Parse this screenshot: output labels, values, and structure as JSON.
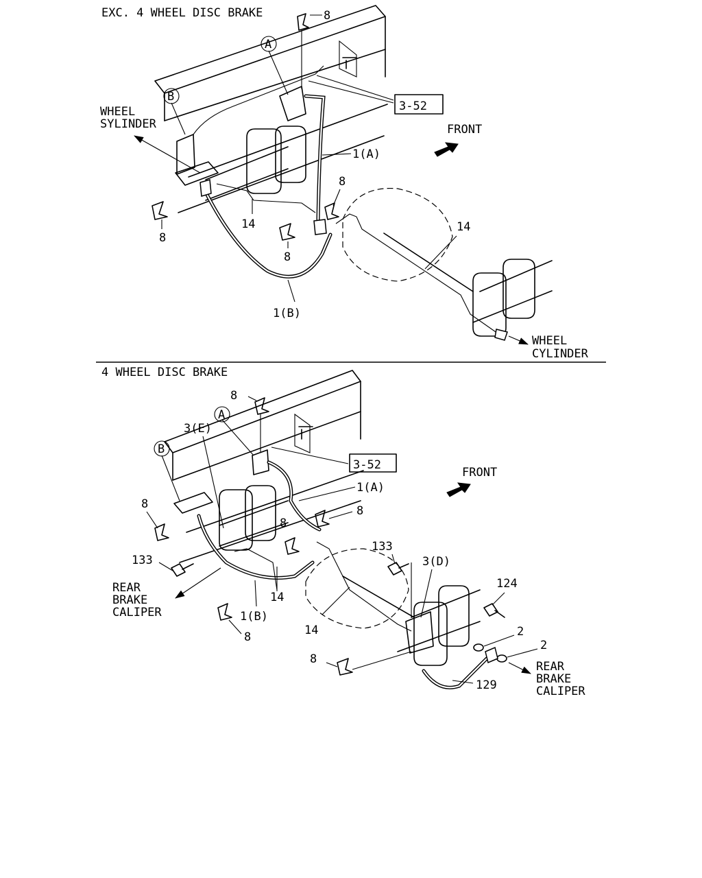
{
  "top_section": {
    "title": "EXC. 4 WHEEL DISC BRAKE",
    "labels": {
      "clip_1": "8",
      "circle_a": "A",
      "circle_b": "B",
      "ref_box": "3-52",
      "front": "FRONT",
      "wheel_cylinder_left": [
        "WHEEL",
        "SYLINDER"
      ],
      "hose_a": "1(A)",
      "clip_2": "8",
      "pipe_left": "14",
      "clip_3": "8",
      "clip_4": "8",
      "pipe_right": "14",
      "hose_b": "1(B)",
      "wheel_cylinder_right": [
        "WHEEL",
        "CYLINDER"
      ]
    }
  },
  "bottom_section": {
    "title": "4 WHEEL DISC BRAKE",
    "labels": {
      "clip_top": "8",
      "circle_a": "A",
      "bracket_e": "3(E)",
      "circle_b": "B",
      "ref_box": "3-52",
      "front": "FRONT",
      "hose_a": "1(A)",
      "clip_left": "8",
      "clip_mid_right": "8",
      "clip_center": "8",
      "bolt_left": "133",
      "bolt_right": "133",
      "bracket_d": "3(D)",
      "bolt_124": "124",
      "caliper_left": [
        "REAR",
        "BRAKE",
        "CALIPER"
      ],
      "pipe_center": "14",
      "hose_b": "1(B)",
      "pipe_lower": "14",
      "clip_bottom_left": "8",
      "washer_1": "2",
      "washer_2": "2",
      "clip_bottom": "8",
      "hose_129": "129",
      "caliper_right": [
        "REAR",
        "BRAKE",
        "CALIPER"
      ]
    }
  }
}
